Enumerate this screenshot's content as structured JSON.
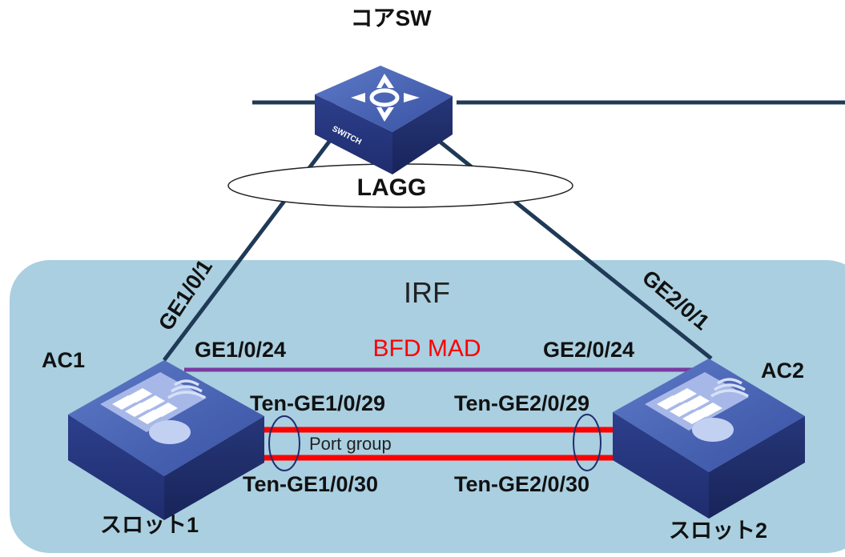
{
  "labels": {
    "core_switch": "コアSW",
    "lagg": "LAGG",
    "irf": "IRF",
    "bfd_mad": "BFD MAD",
    "ac1": "AC1",
    "ac2": "AC2",
    "slot1": "スロット1",
    "slot2": "スロット2",
    "ge1_0_1": "GE1/0/1",
    "ge2_0_1": "GE2/0/1",
    "ge1_0_24": "GE1/0/24",
    "ge2_0_24": "GE2/0/24",
    "ten_ge1_0_29": "Ten-GE1/0/29",
    "ten_ge2_0_29": "Ten-GE2/0/29",
    "ten_ge1_0_30": "Ten-GE1/0/30",
    "ten_ge2_0_30": "Ten-GE2/0/30",
    "port_group": "Port group",
    "switch_text": "SWITCH"
  },
  "colors": {
    "irf_region": "#a9cfe0",
    "link": "#1f3a56",
    "bfd_link": "#7a3aa0",
    "irf_link": "#ff0000",
    "bfd_text": "#ff0000",
    "device": "#2e3f8a"
  }
}
